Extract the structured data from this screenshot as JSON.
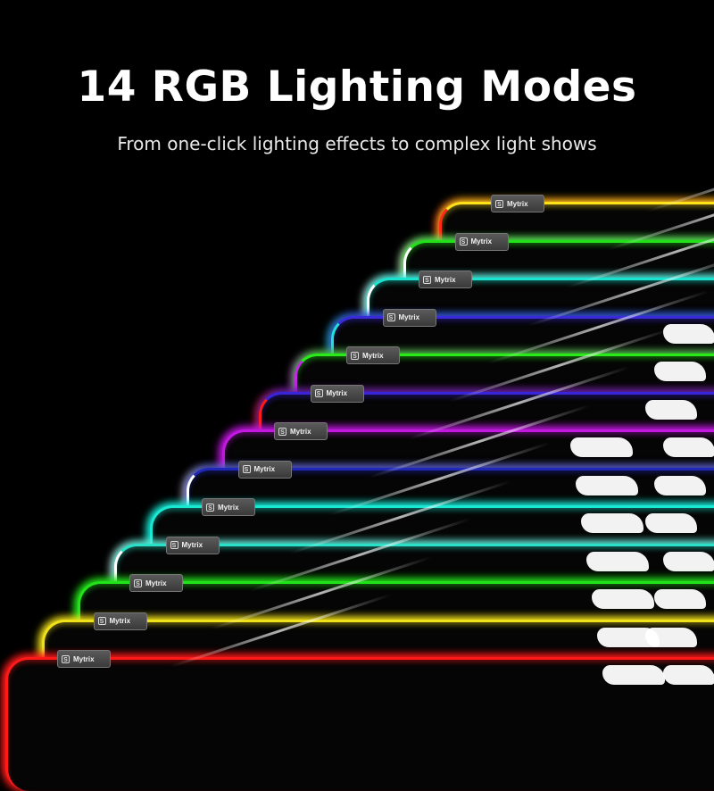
{
  "headline": "14 RGB Lighting Modes",
  "subline": "From one-click lighting effects to complex light shows",
  "brand_label": "Mytrix",
  "pads": [
    {
      "color": "#ffe11a",
      "accent": "#ff2a1a"
    },
    {
      "color": "#22e01a",
      "accent": "#ffffff"
    },
    {
      "color": "#1ae3d0",
      "accent": "#ffffff"
    },
    {
      "color": "#3a2ad8",
      "accent": "#22e0d8"
    },
    {
      "color": "#2aeb1a",
      "accent": "#c02ae0"
    },
    {
      "color": "#3a24d8",
      "accent": "#ff1a1a"
    },
    {
      "color": "#c218e0",
      "accent": "#c218e0"
    },
    {
      "color": "#2028b8",
      "accent": "#ffffff"
    },
    {
      "color": "#18e8d4",
      "accent": "#18e8d4"
    },
    {
      "color": "#2ae0c8",
      "accent": "#ffffff"
    },
    {
      "color": "#22e21a",
      "accent": "#22e21a"
    },
    {
      "color": "#f0e01a",
      "accent": "#f0e01a"
    },
    {
      "color": "#ff1a1a",
      "accent": "#ff1a1a"
    }
  ]
}
